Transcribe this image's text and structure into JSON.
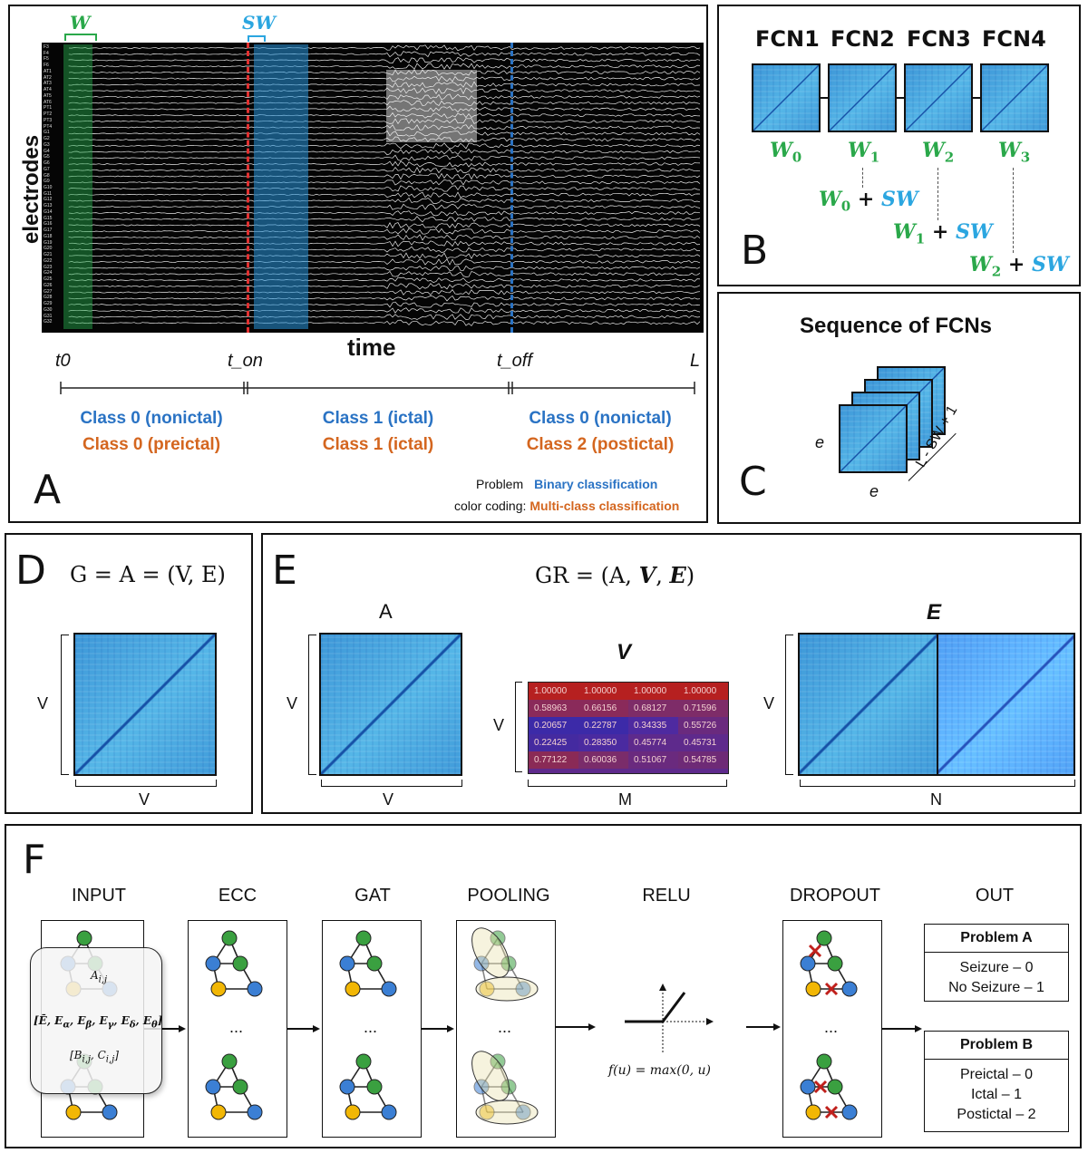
{
  "panelA": {
    "letter": "A",
    "ylabel": "electrodes",
    "xlabel": "time",
    "window_label": "W",
    "slide_label": "SW",
    "time_marks": [
      "t0",
      "t_on",
      "t_off",
      "L"
    ],
    "electrodes": [
      "F3",
      "F4",
      "F5",
      "F6",
      "AT1",
      "AT2",
      "AT3",
      "AT4",
      "AT5",
      "AT6",
      "PT1",
      "PT2",
      "PT3",
      "PT4",
      "G1",
      "G2",
      "G3",
      "G4",
      "G5",
      "G6",
      "G7",
      "G8",
      "G9",
      "G10",
      "G11",
      "G12",
      "G13",
      "G14",
      "G15",
      "G16",
      "G17",
      "G18",
      "G19",
      "G20",
      "G21",
      "G22",
      "G23",
      "G24",
      "G25",
      "G26",
      "G27",
      "G28",
      "G29",
      "G30",
      "G31",
      "G32"
    ],
    "segments": [
      {
        "binary": "Class 0 (nonictal)",
        "multi": "Class 0 (preictal)"
      },
      {
        "binary": "Class 1 (ictal)",
        "multi": "Class 1 (ictal)"
      },
      {
        "binary": "Class 0 (nonictal)",
        "multi": "Class 2 (postictal)"
      }
    ],
    "legend": {
      "line1_prefix": "Problem",
      "line2_prefix": "color coding:",
      "binary": "Binary classification",
      "multi": "Multi-class classification"
    }
  },
  "panelB": {
    "letter": "B",
    "titles": [
      "FCN1",
      "FCN2",
      "FCN3",
      "FCN4"
    ],
    "windows": [
      "0",
      "1",
      "2",
      "3"
    ],
    "sums": [
      {
        "w": "W",
        "sub": "0",
        "plus": "+",
        "sw": "SW"
      },
      {
        "w": "W",
        "sub": "1",
        "plus": "+",
        "sw": "SW"
      },
      {
        "w": "W",
        "sub": "2",
        "plus": "+",
        "sw": "SW"
      }
    ]
  },
  "panelC": {
    "letter": "C",
    "title": "Sequence of FCNs",
    "dim_label": "e",
    "depth_label": "L - SW + 1"
  },
  "panelD": {
    "letter": "D",
    "formula": "G = A = (V, E)",
    "side_label": "V",
    "bottom_label": "V"
  },
  "panelE": {
    "letter": "E",
    "formula_prefix": "GR = (A,",
    "formula_v": "V",
    "formula_e": "E",
    "formula_close": ")",
    "A_title": "A",
    "V_title": "V",
    "E_title": "E",
    "side_label": "V",
    "bottom_A": "V",
    "bottom_V": "M",
    "bottom_E": "N",
    "table": [
      [
        "1.00000",
        "1.00000",
        "1.00000",
        "1.00000"
      ],
      [
        "0.58963",
        "0.66156",
        "0.68127",
        "0.71596"
      ],
      [
        "0.20657",
        "0.22787",
        "0.34335",
        "0.55726"
      ],
      [
        "0.22425",
        "0.28350",
        "0.45774",
        "0.45731"
      ],
      [
        "0.77122",
        "0.60036",
        "0.51067",
        "0.54785"
      ]
    ],
    "table_colors": [
      [
        "#b62020",
        "#b62020",
        "#b62020",
        "#b62020"
      ],
      [
        "#8a2a5a",
        "#8a2a5a",
        "#7e2c68",
        "#7e2c68"
      ],
      [
        "#3c2aa8",
        "#3c2aa8",
        "#4e2aa0",
        "#6a2a7e"
      ],
      [
        "#442aa0",
        "#4a2aa0",
        "#5e2a8c",
        "#5e2a8c"
      ],
      [
        "#8a2a56",
        "#7a2c6a",
        "#6a2a7e",
        "#6e2a76"
      ]
    ]
  },
  "panelF": {
    "letter": "F",
    "stages": [
      "INPUT",
      "ECC",
      "GAT",
      "POOLING",
      "RELU",
      "DROPOUT",
      "OUT"
    ],
    "ellipsis": "...",
    "input_labels": {
      "a": "A",
      "a_sub": "i,j",
      "e": "[Ē, E",
      "e_subs": [
        "α",
        "β",
        "γ",
        "δ",
        "θ"
      ],
      "b": "[B",
      "b_sub": "i,j",
      "c": ", C",
      "c_sub": "i,j",
      "b_close": "]"
    },
    "relu_formula": "f(u) = max(0, u)",
    "problemA": {
      "title": "Problem A",
      "lines": [
        "Seizure – 0",
        "No Seizure – 1"
      ]
    },
    "problemB": {
      "title": "Problem B",
      "lines": [
        "Preictal – 0",
        "Ictal – 1",
        "Postictal – 2"
      ]
    }
  },
  "colors": {
    "green": "#2aa84a",
    "cyan": "#2ba6e0",
    "blue": "#2a73c4",
    "orange": "#d4661f",
    "node_green": "#3aa040",
    "node_blue": "#3b7fd4",
    "node_yellow": "#f2b705"
  }
}
